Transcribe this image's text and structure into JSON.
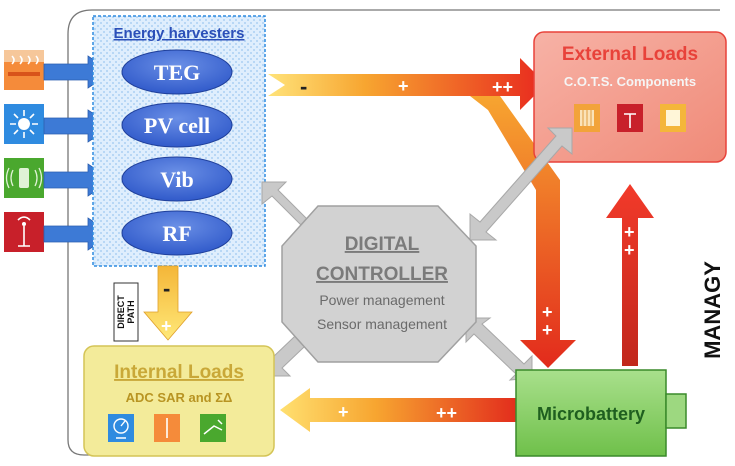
{
  "harvesters": {
    "title": "Energy harvesters",
    "items": [
      "TEG",
      "PV cell",
      "Vib",
      "RF"
    ]
  },
  "external_loads": {
    "title": "External Loads",
    "subtitle": "C.O.T.S. Components"
  },
  "controller": {
    "title_line1": "DIGITAL",
    "title_line2": "CONTROLLER",
    "line1": "Power management",
    "line2": "Sensor management"
  },
  "internal_loads": {
    "title": "Internal Loads",
    "subtitle": "ADC SAR and ΣΔ"
  },
  "battery": {
    "label": "Microbattery"
  },
  "direct_path": {
    "line1": "DIRECT",
    "line2": "PATH"
  },
  "signs": {
    "minus": "-",
    "plus": "+",
    "plus_plus": "++"
  },
  "brand": "MANAGY",
  "colors": {
    "harvester_blue": "#2b4fb8",
    "external_red": "#e8423a",
    "internal_yellow": "#f3eb9a",
    "battery_green": "#8fd46e",
    "controller_gray": "#d2d2d2"
  },
  "icons": [
    "heat-source-icon",
    "sun-icon",
    "vibration-icon",
    "antenna-icon",
    "chip-icon",
    "sensor-icon",
    "gauge-icon",
    "probe-icon"
  ]
}
